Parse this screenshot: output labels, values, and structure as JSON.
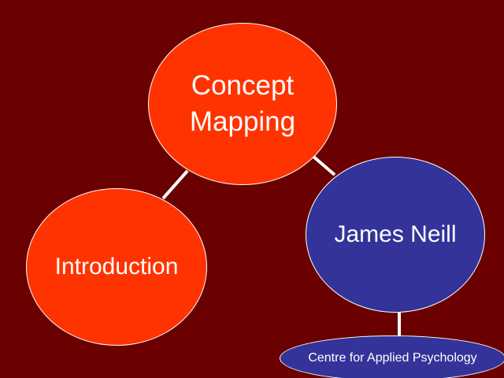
{
  "colors": {
    "background": "#6b0000",
    "primary_node": "#ff3300",
    "secondary_node": "#333399",
    "outline": "#ffffff",
    "text": "#ffffff"
  },
  "nodes": {
    "concept": {
      "line1": "Concept",
      "line2": "Mapping"
    },
    "introduction": {
      "label": "Introduction"
    },
    "author": {
      "label": "James Neill"
    },
    "affiliation": {
      "label": "Centre for Applied Psychology"
    }
  },
  "edges": [
    {
      "from": "concept",
      "to": "introduction"
    },
    {
      "from": "concept",
      "to": "author"
    },
    {
      "from": "author",
      "to": "affiliation"
    }
  ]
}
